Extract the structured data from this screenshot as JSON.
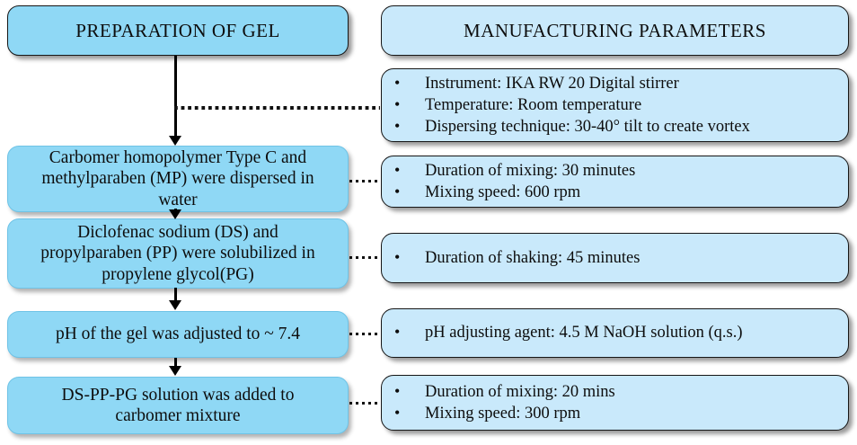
{
  "diagram": {
    "title": "Gel preparation manufacturing flowchart",
    "colors": {
      "left_box_fill": "#8FD8F5",
      "right_box_fill": "#C9E9FB",
      "border": "#161616",
      "connector": "#000000"
    },
    "columns": {
      "left_header": "PREPARATION OF GEL",
      "right_header": "MANUFACTURING PARAMETERS"
    },
    "steps": [
      {
        "id": "step-1",
        "text": "Carbomer homopolymer Type C and\nmethylparaben (MP) were dispersed in\nwater"
      },
      {
        "id": "step-2",
        "text": "Diclofenac sodium (DS) and\npropylparaben (PP) were solubilized in\npropylene glycol(PG)"
      },
      {
        "id": "step-3",
        "text": "pH of the gel was adjusted to ~ 7.4"
      },
      {
        "id": "step-4",
        "text": "DS-PP-PG solution was added to\ncarbomer mixture"
      }
    ],
    "parameters": [
      {
        "id": "param-0",
        "bullet": "•",
        "items": [
          "Instrument: IKA RW 20 Digital stirrer",
          "Temperature: Room temperature",
          "Dispersing technique: 30-40° tilt to create vortex"
        ]
      },
      {
        "id": "param-1",
        "bullet": "•",
        "items": [
          "Duration of mixing: 30 minutes",
          "Mixing speed: 600 rpm"
        ]
      },
      {
        "id": "param-2",
        "bullet": "•",
        "items": [
          "Duration of shaking: 45 minutes"
        ]
      },
      {
        "id": "param-3",
        "bullet": "•",
        "items": [
          "pH adjusting agent: 4.5 M NaOH solution (q.s.)"
        ]
      },
      {
        "id": "param-4",
        "bullet": "•",
        "items": [
          "Duration of mixing: 20 mins",
          "Mixing speed: 300 rpm"
        ]
      }
    ]
  }
}
